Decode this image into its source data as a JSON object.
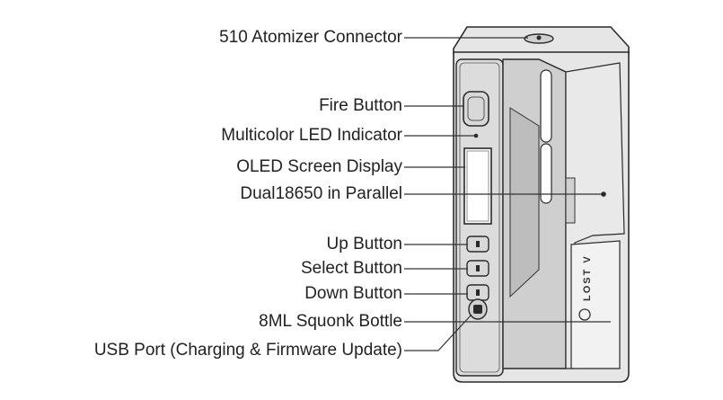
{
  "labels": {
    "atomizer": "510 Atomizer Connector",
    "fire": "Fire Button",
    "led": "Multicolor LED Indicator",
    "oled": "OLED Screen Display",
    "battery": "Dual18650 in Parallel",
    "up": "Up Button",
    "select": "Select Button",
    "down": "Down Button",
    "squonk": "8ML Squonk Bottle",
    "usb": "USB Port (Charging & Firmware Update)"
  },
  "device": {
    "brand_text": "LOST V"
  },
  "colors": {
    "outline": "#2a2a2a",
    "device_fill": "#e6e6e6",
    "panel_fill": "#d4d4d4",
    "leader": "#333333"
  }
}
